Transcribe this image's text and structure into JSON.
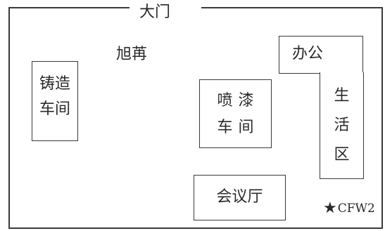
{
  "site_plan": {
    "gate_label": "大门",
    "company_label": "旭苒"
  },
  "buildings": {
    "casting": "铸造\n车间",
    "painting": "喷漆\n车间",
    "office": "办公",
    "living": "生\n活\n区",
    "meeting": "会议厅"
  },
  "marker": {
    "symbol": "★",
    "label": "CFW2"
  }
}
